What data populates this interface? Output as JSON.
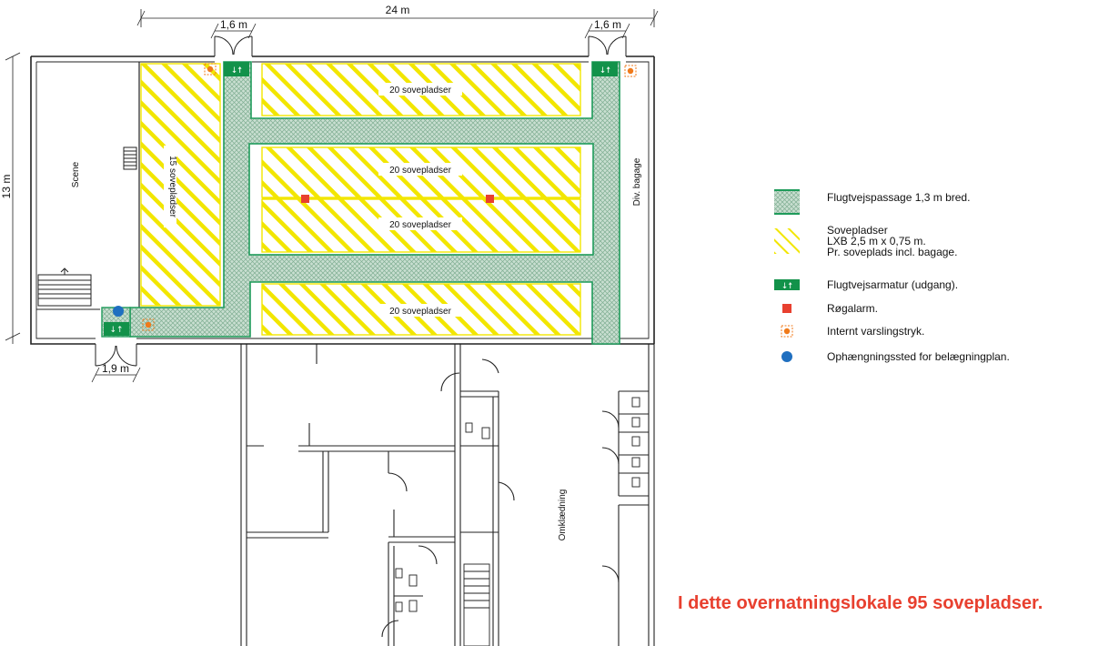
{
  "plan": {
    "dims": {
      "width_total": "24 m",
      "door_top_left": "1,6 m",
      "door_top_right": "1,6 m",
      "height_total": "13 m",
      "door_bottom": "1,9 m"
    },
    "rooms": {
      "scene": "Scene",
      "bagage": "Div. bagage",
      "omklaedning": "Omklædning"
    },
    "sleeping_areas": [
      {
        "label": "20 sovepladser"
      },
      {
        "label": "20 sovepladser"
      },
      {
        "label": "20 sovepladser"
      },
      {
        "label": "20 sovepladser"
      },
      {
        "label": "15 sovepladser"
      }
    ]
  },
  "legend": [
    {
      "icon": "escape-route-swatch",
      "lines": [
        "Flugtvejspassage 1,3 m bred."
      ],
      "color": "#1e9b5a"
    },
    {
      "icon": "sleeping-area-swatch",
      "lines": [
        "Sovepladser",
        "LXB 2,5 m x 0,75 m.",
        "Pr. soveplads incl. bagage."
      ],
      "color": "#f2e600"
    },
    {
      "icon": "emergency-exit-sign-icon",
      "lines": [
        "Flugtvejsarmatur (udgang)."
      ],
      "color": "#12924a"
    },
    {
      "icon": "smoke-alarm-icon",
      "lines": [
        "Røgalarm."
      ],
      "color": "#e8402f"
    },
    {
      "icon": "internal-alarm-button-icon",
      "lines": [
        "Internt varslingstryk."
      ],
      "color": "#f07a1a"
    },
    {
      "icon": "plan-posting-point-icon",
      "lines": [
        "Ophængningssted for belægningplan."
      ],
      "color": "#1f6fc0"
    }
  ],
  "summary": "I dette overnatningslokale 95 sovepladser."
}
